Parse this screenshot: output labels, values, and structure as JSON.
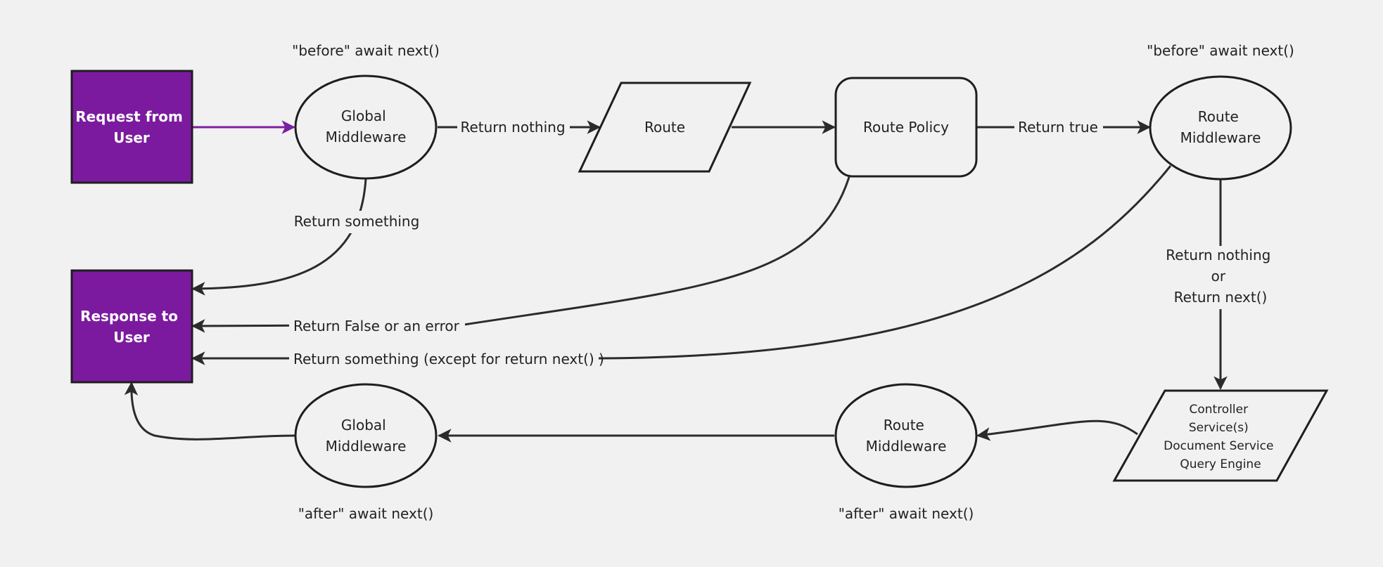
{
  "colors": {
    "background": "#f1f1f1",
    "user_box_fill": "#7b1a9e",
    "request_arrow": "#7b1fa2",
    "stroke": "#1e1e1e"
  },
  "nodes": {
    "request_from_user": [
      "Request from",
      "User"
    ],
    "response_to_user": [
      "Response to",
      "User"
    ],
    "global_middleware_before": [
      "Global",
      "Middleware"
    ],
    "route": [
      "Route"
    ],
    "route_policy": [
      "Route Policy"
    ],
    "route_middleware_before": [
      "Route",
      "Middleware"
    ],
    "controller": [
      "Controller",
      "Service(s)",
      "Document Service",
      "Query Engine"
    ],
    "route_middleware_after": [
      "Route",
      "Middleware"
    ],
    "global_middleware_after": [
      "Global",
      "Middleware"
    ]
  },
  "annotations": {
    "before_global": "\"before\" await next()",
    "before_route": "\"before\" await next()",
    "after_global": "\"after\" await next()",
    "after_route": "\"after\" await next()"
  },
  "edges": {
    "global_to_route": "Return nothing",
    "global_to_response": "Return something",
    "policy_to_route_mw": "Return true",
    "policy_to_response": "Return False or an error",
    "route_mw_to_response": "Return something (except for return next() )",
    "route_mw_to_controller": [
      "Return nothing",
      "or",
      "Return next()"
    ]
  }
}
